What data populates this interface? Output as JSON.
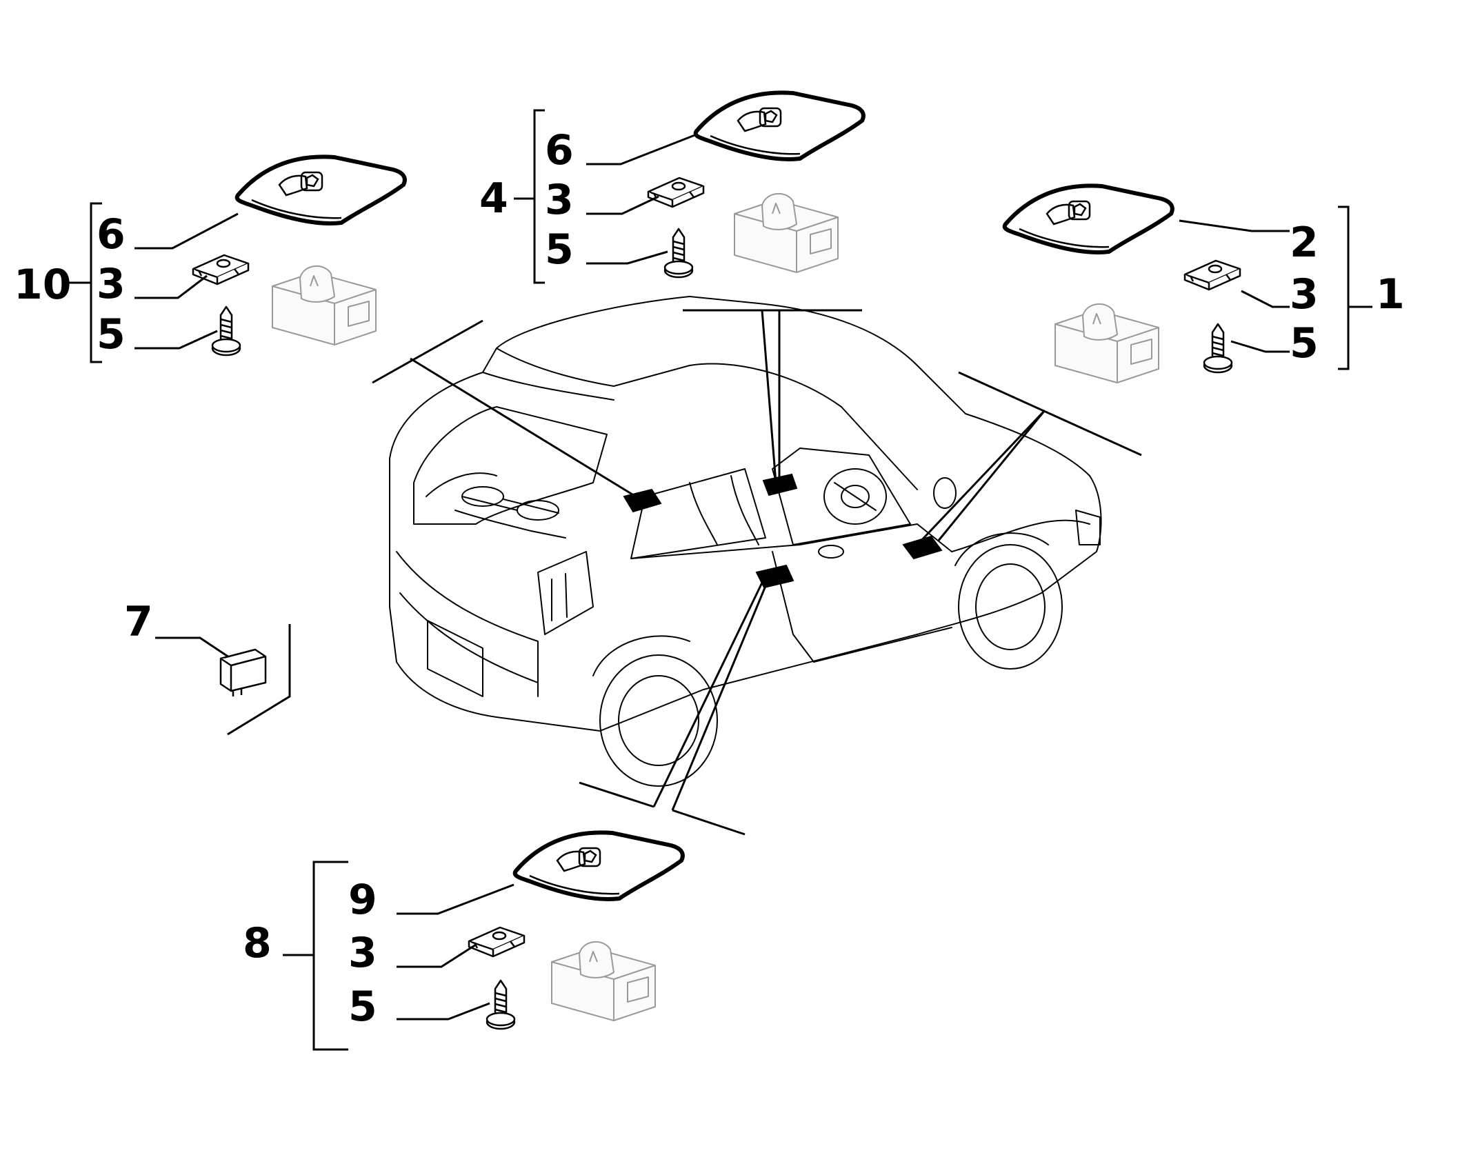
{
  "callouts": {
    "g10_main": "10",
    "g10_a": "6",
    "g10_b": "3",
    "g10_c": "5",
    "g4_main": "4",
    "g4_a": "6",
    "g4_b": "3",
    "g4_c": "5",
    "g1_main": "1",
    "g1_a": "2",
    "g1_b": "3",
    "g1_c": "5",
    "g8_main": "8",
    "g8_a": "9",
    "g8_b": "3",
    "g8_c": "5",
    "relay": "7"
  }
}
